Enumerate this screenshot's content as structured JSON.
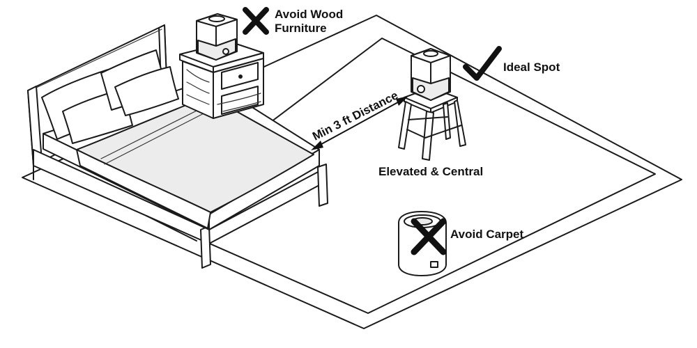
{
  "labels": {
    "avoid_wood_line1": "Avoid Wood",
    "avoid_wood_line2": "Furniture",
    "ideal_spot": "Ideal Spot",
    "min_distance": "Min 3 ft Distance",
    "elevated_central": "Elevated & Central",
    "avoid_carpet": "Avoid Carpet"
  },
  "icons": {
    "bad": "x-mark-icon",
    "good": "check-mark-icon"
  },
  "colors": {
    "ink": "#1a1a1a",
    "background": "#ffffff"
  }
}
